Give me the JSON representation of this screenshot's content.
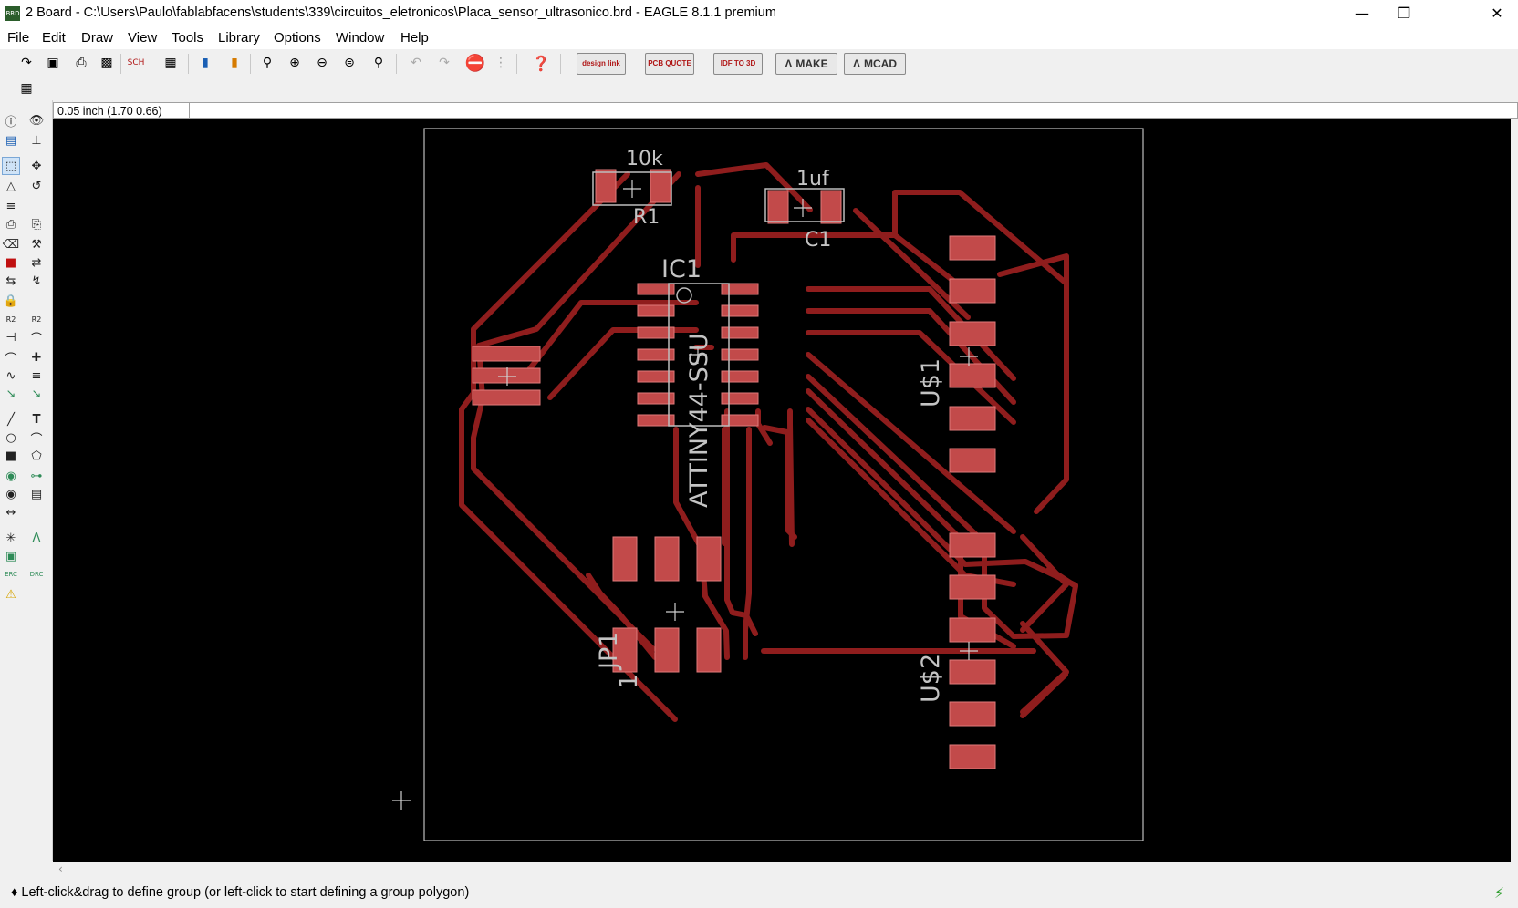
{
  "window": {
    "title": "2 Board - C:\\Users\\Paulo\\fablabfacens\\students\\339\\circuitos_eletronicos\\Placa_sensor_ultrasonico.brd - EAGLE 8.1.1 premium",
    "app_icon": "BRD",
    "minimize_icon": "minimize-icon",
    "restore_icon": "restore-icon",
    "close_icon": "close-icon"
  },
  "menu": [
    "File",
    "Edit",
    "Draw",
    "View",
    "Tools",
    "Library",
    "Options",
    "Window",
    "Help"
  ],
  "toolbar": {
    "design_link": "design link",
    "pcb_quote": "PCB QUOTE",
    "idf_to_3d": "IDF TO 3D",
    "make": "MAKE",
    "mcad": "MCAD"
  },
  "coordinate_display": "0.05 inch (1.70 0.66)",
  "board": {
    "trace_color": "#8f1d1d",
    "pad_color": "#c24a4a",
    "outline_color": "#bdbdbd",
    "labels": {
      "r1_value": "10k",
      "r1_name": "R1",
      "c1_value": "1uf",
      "c1_name": "C1",
      "ic1_name": "IC1",
      "ic1_value": "ATTINY44-SSU",
      "jp1_name": "JP1",
      "jp1_pin": "1",
      "us1_name": "U$1",
      "us2_name": "U$2"
    }
  },
  "status": {
    "message": "♦ Left-click&drag to define group (or left-click to start defining a group polygon)"
  }
}
